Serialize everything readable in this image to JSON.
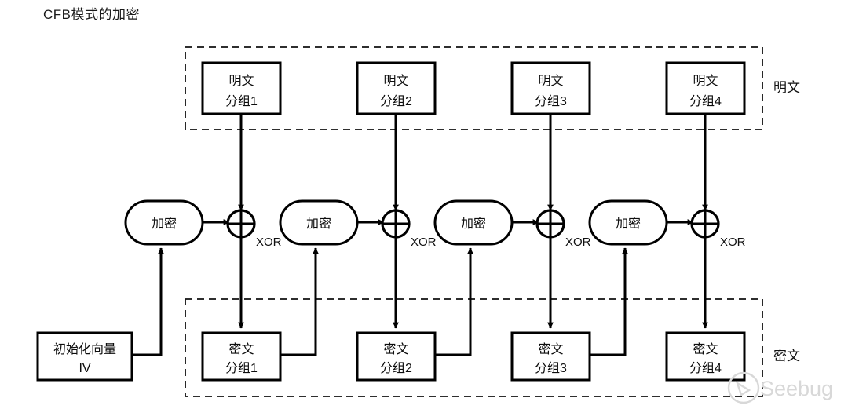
{
  "title": "CFB模式的加密",
  "labels": {
    "plaintext_group": "明文",
    "ciphertext_group": "密文",
    "xor": "XOR"
  },
  "iv_block": {
    "line1": "初始化向量",
    "line2": "IV"
  },
  "encrypt_blocks": [
    {
      "label": "加密"
    },
    {
      "label": "加密"
    },
    {
      "label": "加密"
    },
    {
      "label": "加密"
    }
  ],
  "plaintext_blocks": [
    {
      "line1": "明文",
      "line2": "分组1"
    },
    {
      "line1": "明文",
      "line2": "分组2"
    },
    {
      "line1": "明文",
      "line2": "分组3"
    },
    {
      "line1": "明文",
      "line2": "分组4"
    }
  ],
  "ciphertext_blocks": [
    {
      "line1": "密文",
      "line2": "分组1"
    },
    {
      "line1": "密文",
      "line2": "分组2"
    },
    {
      "line1": "密文",
      "line2": "分组3"
    },
    {
      "line1": "密文",
      "line2": "分组4"
    }
  ],
  "xor_labels": [
    "XOR",
    "XOR",
    "XOR",
    "XOR"
  ],
  "watermark": {
    "text": "Seebug"
  },
  "colors": {
    "stroke": "#000000",
    "background": "#ffffff",
    "dashed": "#111111",
    "watermark": "#d8d8d8"
  }
}
